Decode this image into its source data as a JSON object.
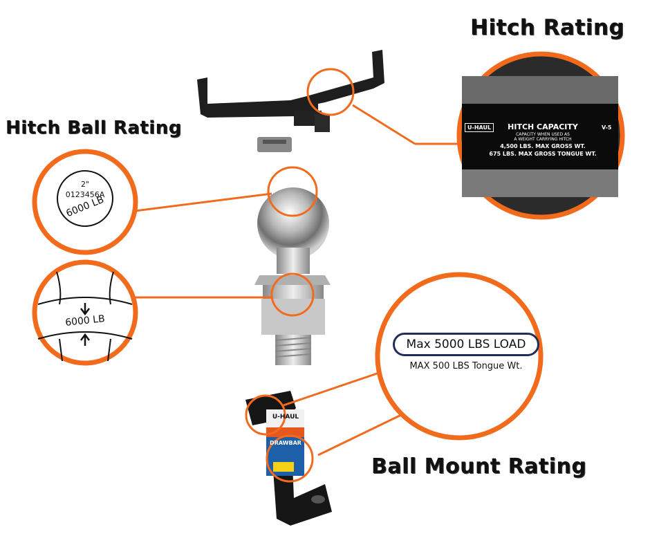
{
  "titles": {
    "hitch_rating": "Hitch Rating",
    "hitch_ball_rating": "Hitch Ball Rating",
    "ball_mount_rating": "Ball Mount Rating"
  },
  "hitch_label": {
    "brand": "U-HAUL",
    "heading": "HITCH CAPACITY",
    "sub1": "CAPACITY WHEN USED AS",
    "sub2": "A WEIGHT CARRYING HITCH",
    "gross": "4,500 LBS. MAX GROSS WT.",
    "tongue": "675 LBS. MAX GROSS TONGUE WT.",
    "code": "V-5"
  },
  "ball_top": {
    "size": "2\"",
    "part": "0123456A",
    "rating": "6000 LB"
  },
  "ball_side": {
    "rating": "6000 LB"
  },
  "ball_mount": {
    "load": "Max 5000 LBS LOAD",
    "tongue": "MAX 500 LBS Tongue Wt.",
    "brand": "U-HAUL",
    "product": "DRAWBAR"
  },
  "colors": {
    "accent": "#f26b1d",
    "navy": "#1f2d5a",
    "hitch_black": "#1a1a1a"
  }
}
